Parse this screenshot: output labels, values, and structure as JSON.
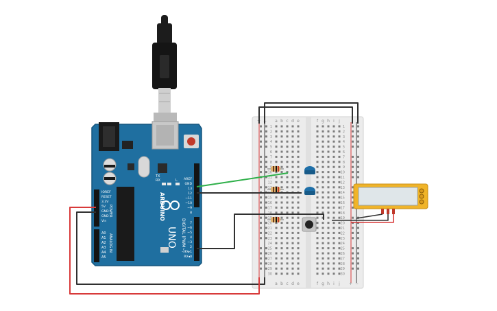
{
  "arduino": {
    "name": "ARDUINO",
    "model": "UNO",
    "power_label": "POWER",
    "analog_label": "ANALOG IN",
    "digital_label": "DIGITAL (PWM~)",
    "tx_label": "TX",
    "rx_label": "RX",
    "l_label": "L",
    "power_pins": [
      "IOREF",
      "RESET",
      "3.3V",
      "5V",
      "GND",
      "GND",
      "Vin"
    ],
    "analog_pins": [
      "A0",
      "A1",
      "A2",
      "A3",
      "A4",
      "A5"
    ],
    "top_header_pins": [
      "AREF",
      "GND",
      "13",
      "12",
      "~11",
      "~10",
      "~9",
      "8"
    ],
    "bottom_header_pins": [
      "7",
      "~6",
      "~5",
      "4",
      "~3",
      "2",
      "TX▸1",
      "RX◂0"
    ]
  },
  "breadboard": {
    "column_letters_left": [
      "a",
      "b",
      "c",
      "d",
      "e"
    ],
    "column_letters_right": [
      "f",
      "g",
      "h",
      "i",
      "j"
    ],
    "row_numbers": [
      "1",
      "2",
      "3",
      "4",
      "5",
      "6",
      "7",
      "8",
      "9",
      "10",
      "11",
      "12",
      "13",
      "14",
      "15",
      "16",
      "17",
      "18",
      "19",
      "20",
      "21",
      "22",
      "23",
      "24",
      "25",
      "26",
      "27",
      "28",
      "29",
      "30"
    ],
    "rail_plus": "+",
    "rail_minus": "−"
  },
  "colors": {
    "board_blue": "#1f6fa0",
    "board_edge": "#17577f",
    "wire_green": "#2fb04a",
    "wire_red": "#d83a3a",
    "wire_black": "#303030",
    "lcd_frame": "#f0b429",
    "lcd_screen": "#dfe6e9",
    "led_blue": "#1e6fa8",
    "breadboard": "#ececec"
  },
  "icons": [
    "usb-cable-icon",
    "led-icon",
    "resistor-icon",
    "pushbutton-icon",
    "lcd-module-icon"
  ]
}
